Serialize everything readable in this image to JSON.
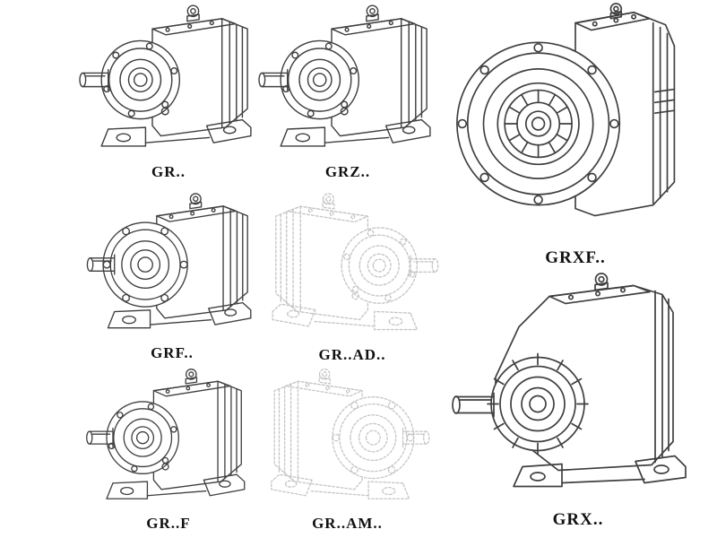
{
  "colors": {
    "line": "#3f3f3f",
    "ghost_line": "#c6c6c6",
    "label": "#111111",
    "background": "#ffffff"
  },
  "items": [
    {
      "id": "gr",
      "label": "GR..",
      "ghost": false
    },
    {
      "id": "grz",
      "label": "GRZ..",
      "ghost": false
    },
    {
      "id": "grxf",
      "label": "GRXF..",
      "ghost": false
    },
    {
      "id": "grf",
      "label": "GRF..",
      "ghost": false
    },
    {
      "id": "gr-ad",
      "label": "GR..AD..",
      "ghost": true
    },
    {
      "id": "gr-f",
      "label": "GR..F",
      "ghost": false
    },
    {
      "id": "gr-am",
      "label": "GR..AM..",
      "ghost": true
    },
    {
      "id": "grx",
      "label": "GRX..",
      "ghost": false
    }
  ]
}
